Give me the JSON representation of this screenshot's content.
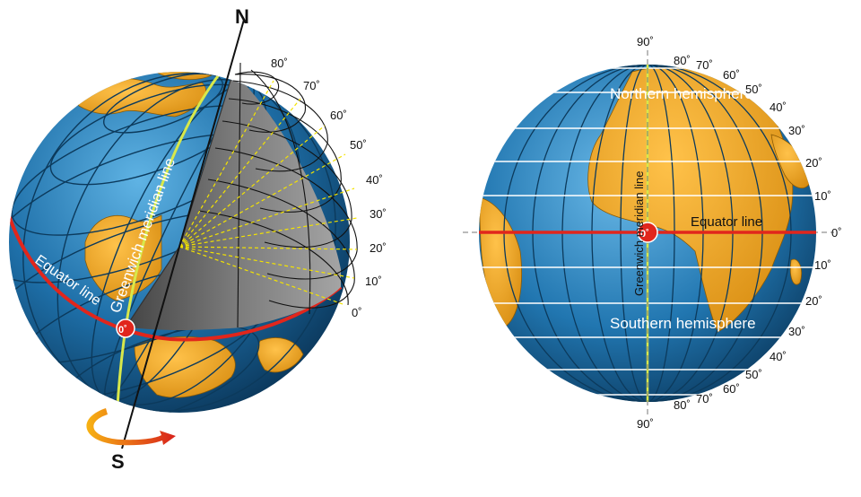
{
  "colors": {
    "ocean": "#1e6fa8",
    "ocean_light": "#3d96cf",
    "land": "#f0a41c",
    "land_dark": "#c97f0a",
    "equator": "#e1261c",
    "meridian": "#d8e84a",
    "grid_dark": "#0c3a5c",
    "grid_white": "#ffffff",
    "wedge_grey": "#8c8c8c",
    "wedge_dark": "#5a5a5a",
    "latline": "#f3e300",
    "arrow": "#e0311c"
  },
  "left_globe": {
    "north_label": "N",
    "south_label": "S",
    "greenwich_label": "Greenwich meridian line",
    "equator_label": "Equator line",
    "origin_label": "0˚",
    "latitudes": [
      "80˚",
      "70˚",
      "60˚",
      "50˚",
      "40˚",
      "30˚",
      "20˚",
      "10˚",
      "0˚"
    ],
    "rotation_icon": "rotation-arrow-icon"
  },
  "right_globe": {
    "northern_label": "Northern hemisphere",
    "southern_label": "Southern hemisphere",
    "equator_label": "Equator line",
    "greenwich_label": "Greenwich meridian line",
    "origin_label": "0˚",
    "top_label": "90˚",
    "bottom_label": "90˚",
    "right_equator_label": "0˚",
    "north_latitudes": [
      "80˚",
      "70˚",
      "60˚",
      "50˚",
      "40˚",
      "30˚",
      "20˚",
      "10˚"
    ],
    "south_latitudes": [
      "10˚",
      "20˚",
      "30˚",
      "40˚",
      "50˚",
      "60˚",
      "70˚",
      "80˚"
    ]
  }
}
